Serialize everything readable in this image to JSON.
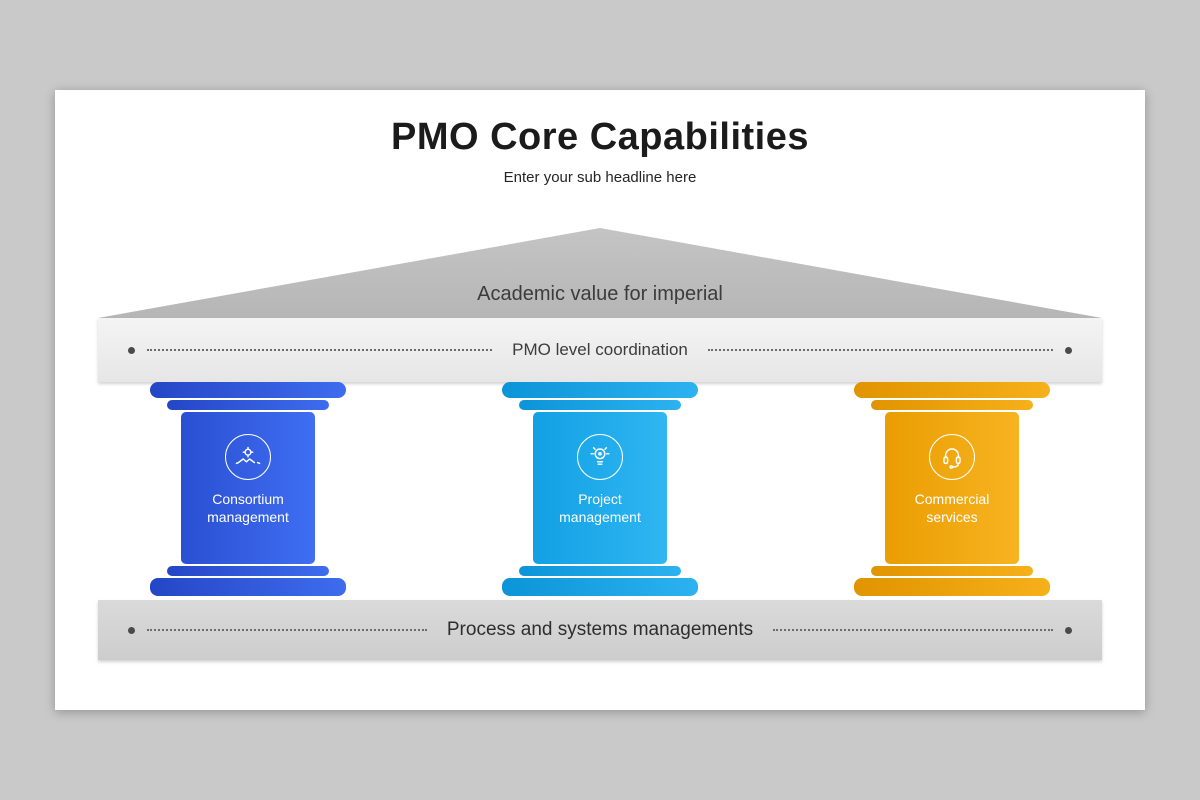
{
  "slide": {
    "title": "PMO Core Capabilities",
    "subtitle": "Enter your sub headline here"
  },
  "temple": {
    "roof_label": "Academic value for imperial",
    "beam_label": "PMO level coordination",
    "base_label": "Process and systems managements"
  },
  "pillars": [
    {
      "label": "Consortium management",
      "icon": "handshake-gear-icon",
      "color": "#2E56DC"
    },
    {
      "label": "Project management",
      "icon": "idea-bulb-icon",
      "color": "#16A7EA"
    },
    {
      "label": "Commercial services",
      "icon": "headset-support-icon",
      "color": "#F2A50C"
    }
  ],
  "colors": {
    "background": "#C9C9C9",
    "slide_bg": "#FFFFFF",
    "roof": "#BDBDBD",
    "beam": "#EFEFEF",
    "base_bar": "#D4D4D4",
    "dotted_line": "#6B6B6B"
  }
}
